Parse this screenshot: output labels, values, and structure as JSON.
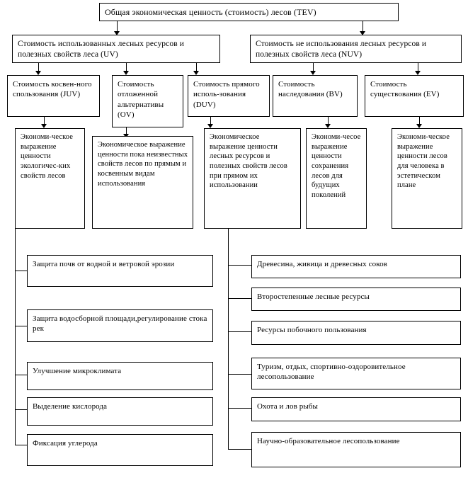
{
  "diagram": {
    "title": "Общая экономическая ценность (стоимость) лесов (TEV)",
    "root": {
      "label": "Общая экономическая ценность (стоимость) лесов (TEV)"
    },
    "level2": [
      {
        "label": "Стоимость использованных лесных ресурсов и полезных свойств леса (UV)"
      },
      {
        "label": "Стоимость не использования лесных ресурсов и полезных свойств леса (NUV)"
      }
    ],
    "level3": [
      {
        "label": "Стоимость косвен-ного спользования (JUV)"
      },
      {
        "label": "Стоимость отложенной альтернативы (OV)"
      },
      {
        "label": "Стоимость прямого исполь-зования (DUV)"
      },
      {
        "label": "Стоимость наследования (BV)"
      },
      {
        "label": "Стоимость существования (EV)"
      }
    ],
    "level4": [
      {
        "label": "Экономи-ческое выражение ценности экологичес-ких свойств лесов"
      },
      {
        "label": "Экономическое выражение ценности пока неизвестных свойств лесов по прямым и косвенным видам использования"
      },
      {
        "label": "Экономическое выражение ценности лесных ресурсов и полезных свойств лесов при прямом их использовании"
      },
      {
        "label": "Экономи-чесое выражение ценности сохранения лесов для будущих поколений"
      },
      {
        "label": "Экономи-ческое выражение ценности лесов для человека в эстетическом плане"
      }
    ],
    "indirect_use_items": [
      {
        "label": "Защита почв от водной и ветровой эрозии"
      },
      {
        "label": "Защита водосборной площади,регулирование стока рек"
      },
      {
        "label": "Улучшение микроклимата"
      },
      {
        "label": "Выделение кислорода"
      },
      {
        "label": "Фиксация углерода"
      }
    ],
    "direct_use_items": [
      {
        "label": "Древесина, живица и древесных соков"
      },
      {
        "label": "Второстепенные лесные ресурсы"
      },
      {
        "label": "Ресурсы побочного пользования"
      },
      {
        "label": "Туризм, отдых, спортивно-оздоровительное лесопользование"
      },
      {
        "label": "Охота и лов рыбы"
      },
      {
        "label": "Научно-образовательное лесопользование"
      }
    ],
    "colors": {
      "stroke": "#000000",
      "background": "#ffffff",
      "text": "#000000"
    }
  }
}
